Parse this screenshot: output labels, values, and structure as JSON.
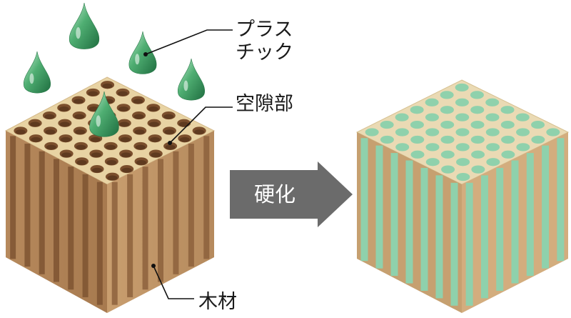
{
  "labels": {
    "plastic_line1": "プラス",
    "plastic_line2": "チック",
    "void": "空隙部",
    "wood": "木材",
    "process": "硬化"
  },
  "colors": {
    "wood_top": "#e8d3a3",
    "wood_side_left": "#b08357",
    "wood_side_right": "#c59a6b",
    "hole_dark": "#7a4e2c",
    "plastic_green": "#3f9a62",
    "filled_green": "#8fd1ac",
    "arrow_gray": "#6b6b6b",
    "leader_line": "#111111"
  },
  "icons": {
    "droplet": "plastic-droplet-icon",
    "arrow": "right-arrow-icon"
  }
}
